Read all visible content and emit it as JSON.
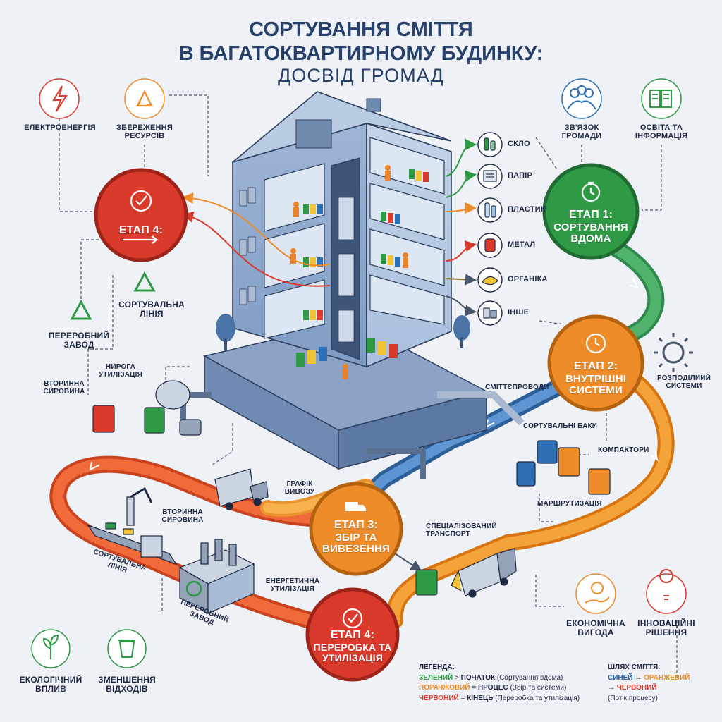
{
  "title": {
    "line1": "Сортування сміття",
    "line2": "в багатоквартирному будинку:",
    "line3": "досвід громад"
  },
  "colors": {
    "green": "#2e9a45",
    "orange": "#ef8c2a",
    "red": "#d93a2c",
    "blue": "#2d6fb5",
    "title": "#27406c"
  },
  "stages": {
    "s1": {
      "title": "Етап 1:",
      "subtitle": "Сортування вдома",
      "icon": "stopwatch-icon"
    },
    "s2": {
      "title": "Етап 2:",
      "subtitle": "Внутрішні системи",
      "icon": "clock-icon"
    },
    "s3": {
      "title": "Етап 3:",
      "subtitle": "Збір та вивезення",
      "icon": "truck-icon"
    },
    "s4": {
      "title": "Етап 4:",
      "subtitle": "Переробка та утилізація",
      "icon": "check-icon"
    },
    "s4top": {
      "title": "Етап 4:",
      "icon": "check-icon"
    }
  },
  "waste_types": [
    {
      "label": "Скло",
      "icon": "bottle-icon"
    },
    {
      "label": "Папір",
      "icon": "newspaper-icon"
    },
    {
      "label": "Пластик",
      "icon": "plastic-bottle-icon"
    },
    {
      "label": "Метал",
      "icon": "can-icon"
    },
    {
      "label": "Органіка",
      "icon": "food-waste-icon"
    },
    {
      "label": "Інше",
      "icon": "other-waste-icon"
    }
  ],
  "top_left_icons": [
    {
      "label": "Електроенергія",
      "icon": "lightning-icon"
    },
    {
      "label": "Збереження ресурсів",
      "icon": "recycle-icon"
    }
  ],
  "top_right_icons": [
    {
      "label": "Зв'язок громади",
      "icon": "people-icon"
    },
    {
      "label": "Освіта та інформація",
      "icon": "book-icon"
    }
  ],
  "bottom_left_icons": [
    {
      "label": "Екологічний вплив",
      "icon": "leaf-icon"
    },
    {
      "label": "Зменшення відходів",
      "icon": "trash-recycle-icon"
    }
  ],
  "bottom_right_icons": [
    {
      "label": "Економічна вигода",
      "icon": "money-hand-icon"
    },
    {
      "label": "Інноваційні рішення",
      "icon": "lightbulb-icon"
    }
  ],
  "side_labels": {
    "sorting_line": "Сортувальна лінія",
    "recycling_plant": "Переробний завод",
    "secondary_raw": "Вторинна сировина",
    "disposal": "Нирога утилізація",
    "chutes": "Сміттєпроводи",
    "distributed": "Розподілиий системи",
    "sorting_bins": "Сортувальні баки",
    "compactors": "Компактори",
    "routing": "Маршрутизація",
    "schedule": "Графік вивозу",
    "transport": "Спеціалізований транспорт",
    "secondary_raw_2": "Вторинна сировина",
    "sorting_line_2": "Сортувальна лінія",
    "recycling_plant_2": "Переробний завод",
    "energy_disposal": "Енергетична утилізація"
  },
  "legend": {
    "heading": "Легенда:",
    "green_word": "Зелений",
    "green_arrow": ">",
    "green_key": "Початок",
    "green_desc": "(Сортування вдома)",
    "orange_word": "Порачжовий",
    "orange_eq": "=",
    "orange_key": "Нроцес",
    "orange_desc": "(Збір та системи)",
    "red_word": "Червоний",
    "red_eq": "=",
    "red_key": "Кінець",
    "red_desc": "(Переробка та утилізація)"
  },
  "path_legend": {
    "heading": "Шлях сміття:",
    "blue_word": "Синей",
    "arrow1": "→",
    "orange_word": "Оранжевий",
    "arrow2": "→",
    "red_word": "Червоний",
    "note": "(Потік процесу)"
  }
}
